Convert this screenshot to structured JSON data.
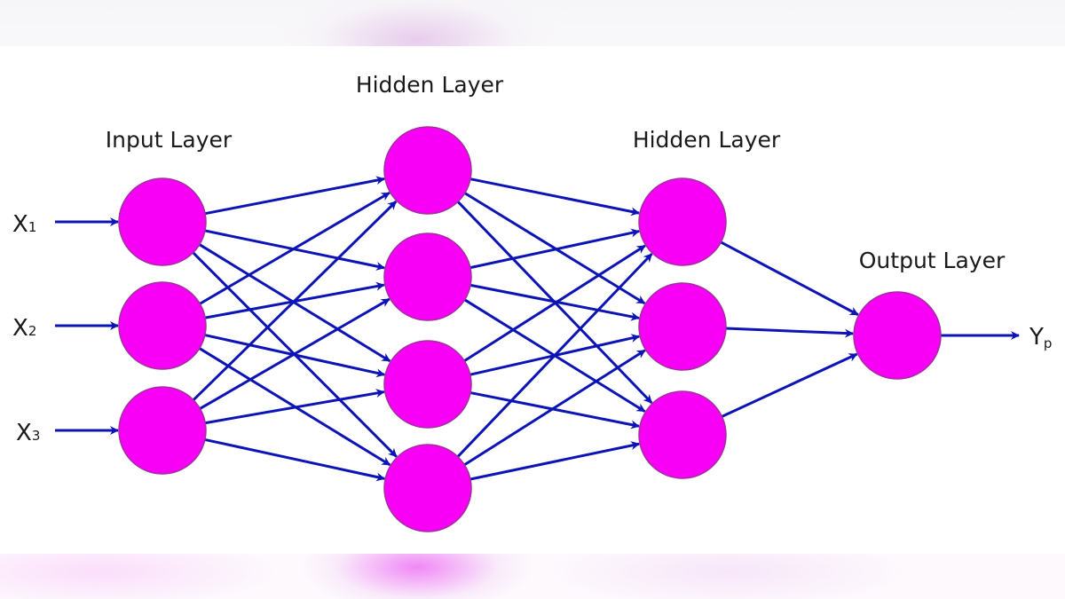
{
  "title_labels": {
    "input": "Input Layer",
    "hidden1": "Hidden Layer",
    "hidden2": "Hidden Layer",
    "output": "Output Layer"
  },
  "inputs": [
    {
      "base": "X",
      "sub": "1"
    },
    {
      "base": "X",
      "sub": "2"
    },
    {
      "base": "X",
      "sub": "3"
    }
  ],
  "output_var": {
    "base": "Y",
    "sub": "p"
  },
  "layers": [
    3,
    4,
    3,
    1
  ],
  "colors": {
    "node_fill": "#f700f5",
    "node_stroke": "#a0309e",
    "arrow": "#0d14b5",
    "text": "#1a1a1a"
  }
}
